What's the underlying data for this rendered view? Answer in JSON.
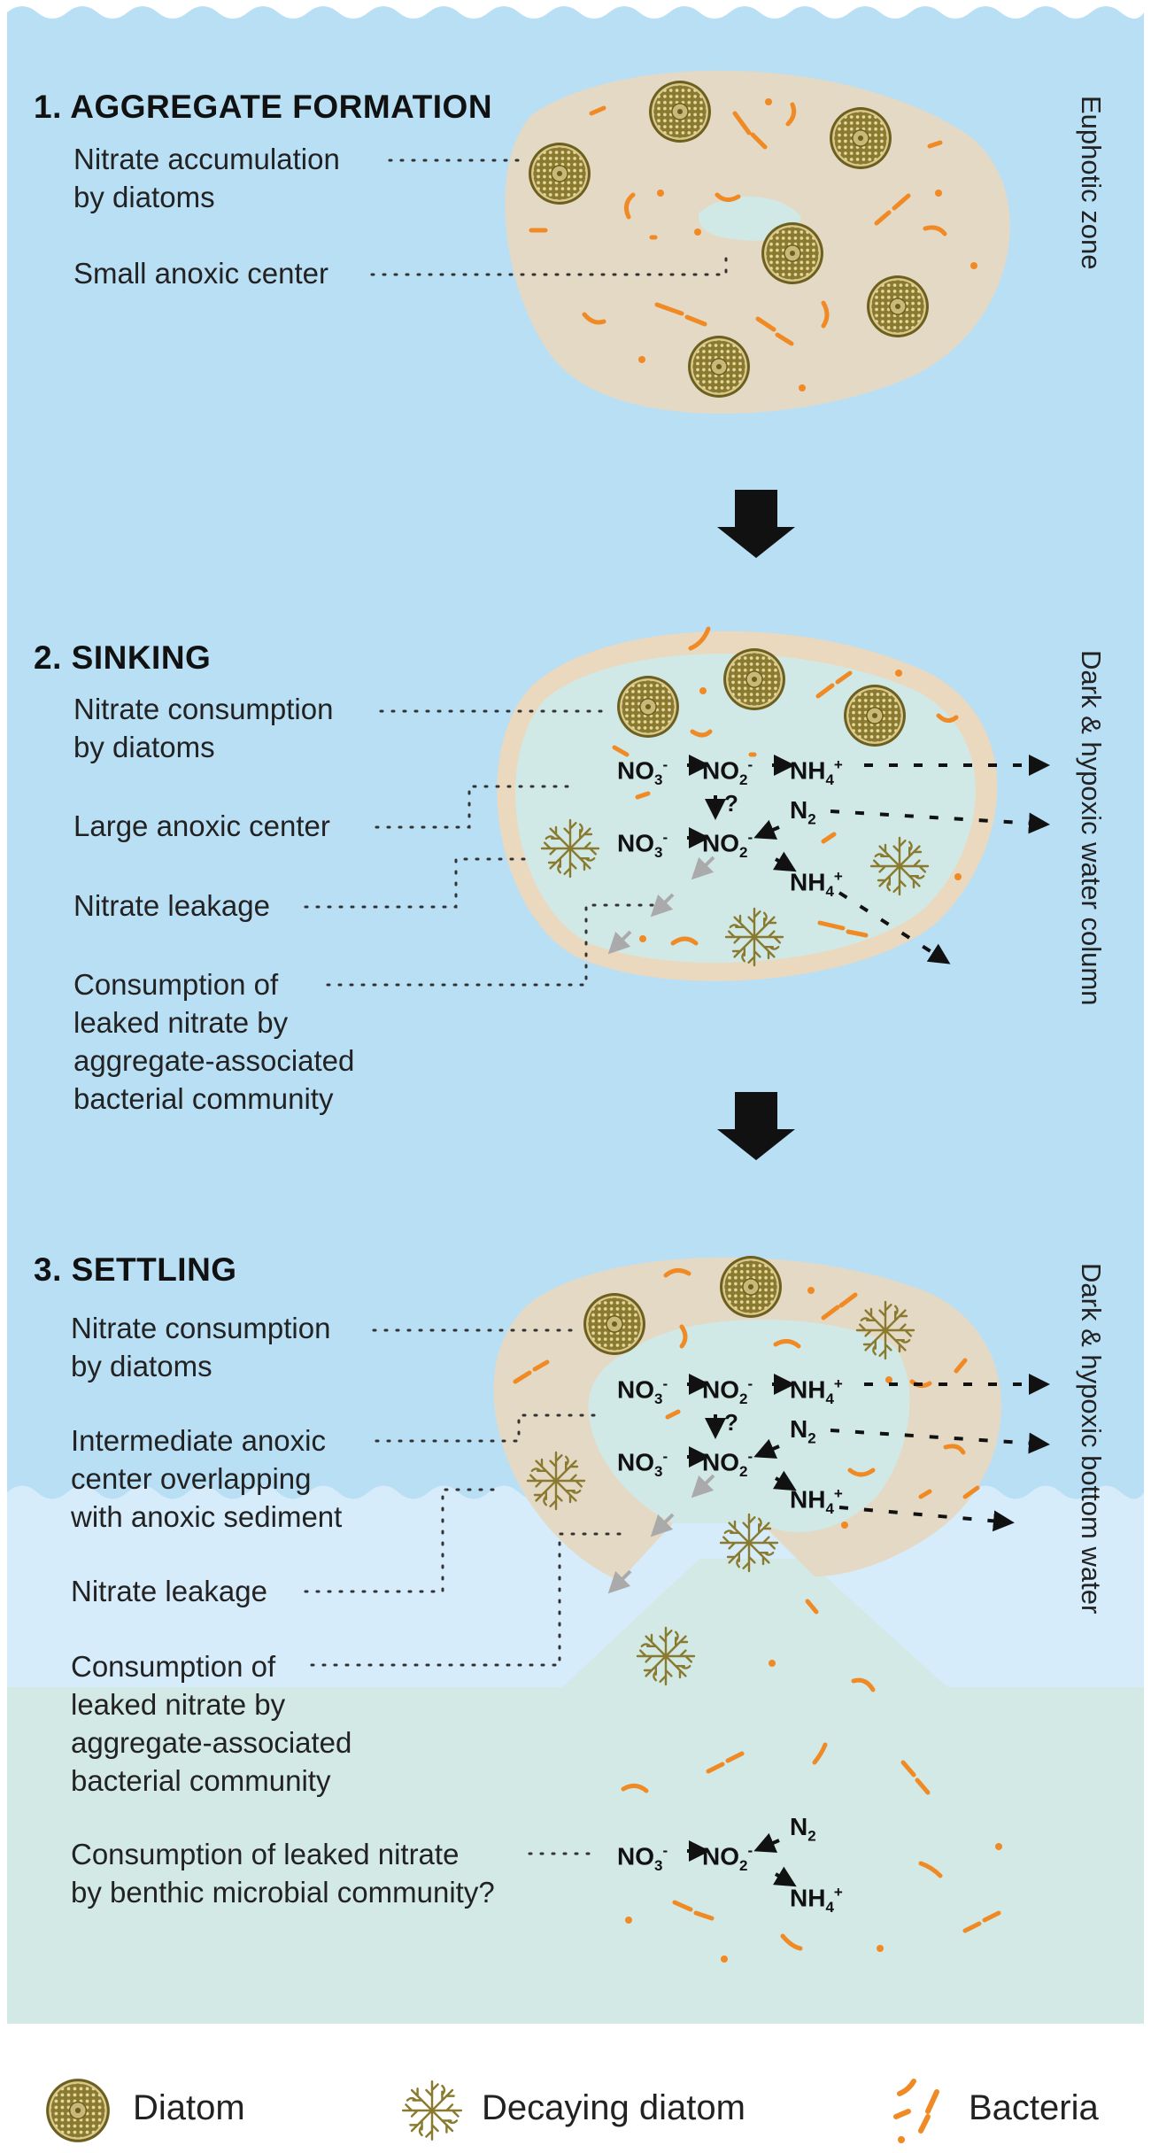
{
  "colors": {
    "water": "#b9dff5",
    "water_light": "#d6ecfb",
    "sediment": "#d3e9e5",
    "aggregate": "#e4d9c4",
    "aggregate_rim": "#ead8bf",
    "anoxic": "#d1e9e6",
    "diatom": "#8a7a30",
    "bacteria": "#f08a24",
    "arrow": "#111111",
    "leak_arrow": "#aaaaaa"
  },
  "stage1": {
    "title": "1. AGGREGATE FORMATION",
    "zone": "Euphotic zone",
    "labels": {
      "nitrate_accum": [
        "Nitrate accumulation",
        "by diatoms"
      ],
      "small_anoxic": [
        "Small anoxic center"
      ]
    }
  },
  "stage2": {
    "title": "2. SINKING",
    "zone": "Dark & hypoxic water column",
    "labels": {
      "nitrate_consumption": [
        "Nitrate consumption",
        "by diatoms"
      ],
      "large_anoxic": [
        "Large anoxic center"
      ],
      "nitrate_leakage": [
        "Nitrate leakage"
      ],
      "leaked_consumption": [
        "Consumption of",
        "leaked nitrate by",
        "aggregate-associated",
        "bacterial community"
      ]
    }
  },
  "stage3": {
    "title": "3. SETTLING",
    "zone": "Dark & hypoxic bottom water",
    "labels": {
      "nitrate_consumption": [
        "Nitrate consumption",
        "by diatoms"
      ],
      "intermediate_anoxic": [
        "Intermediate anoxic",
        "center overlapping",
        "with anoxic sediment"
      ],
      "nitrate_leakage": [
        "Nitrate leakage"
      ],
      "leaked_consumption": [
        "Consumption of",
        "leaked nitrate by",
        "aggregate-associated",
        "bacterial community"
      ],
      "benthic": [
        "Consumption of leaked nitrate",
        "by benthic microbial community?"
      ]
    }
  },
  "chem": {
    "no3": "NO",
    "no3_sub": "3",
    "no3_sup": "-",
    "no2": "NO",
    "no2_sub": "2",
    "no2_sup": "-",
    "nh4": "NH",
    "nh4_sub": "4",
    "nh4_sup": "+",
    "n2": "N",
    "n2_sub": "2",
    "question": "?"
  },
  "legend": {
    "diatom": "Diatom",
    "decaying": "Decaying diatom",
    "bacteria": "Bacteria"
  }
}
